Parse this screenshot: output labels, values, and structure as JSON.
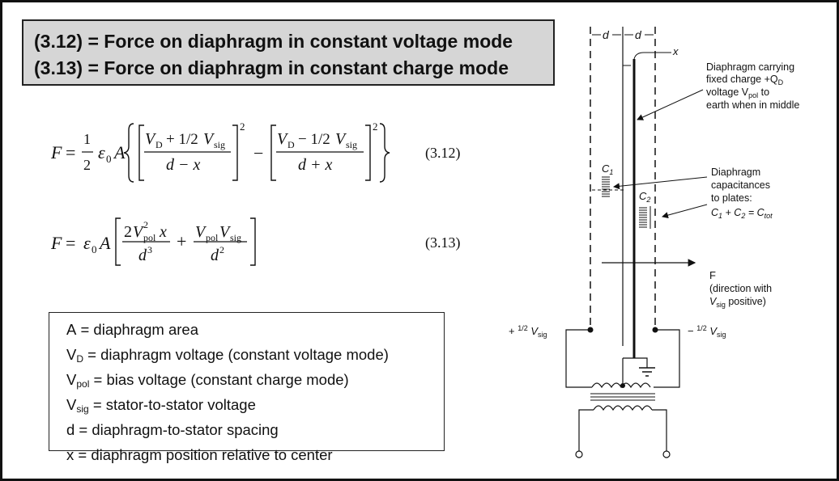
{
  "title": {
    "line1": "(3.12) = Force on diaphragm in constant voltage mode",
    "line2": "(3.13) = Force on diaphragm in constant charge mode"
  },
  "equations": {
    "eq312_number": "(3.12)",
    "eq313_number": "(3.13)",
    "F": "F",
    "eq": "=",
    "half_num": "1",
    "half_den": "2",
    "eps": "ε",
    "eps_sub": "0",
    "A": "A",
    "VD": "V",
    "VD_sub": "D",
    "plus_half": "+ 1/2",
    "minus_half": "− 1/2",
    "Vsig": "V",
    "sig_sub": "sig",
    "d_minus_x": "d − x",
    "d_plus_x": "d + x",
    "sq": "2",
    "minus": "−",
    "plus": "+",
    "two": "2",
    "pol_sub": "pol",
    "x": "x",
    "d": "d",
    "cube": "3"
  },
  "definitions": [
    {
      "sym": "A",
      "sub": "",
      "text": " = diaphragm area"
    },
    {
      "sym": "V",
      "sub": "D",
      "text": " = diaphragm voltage  (constant voltage mode)"
    },
    {
      "sym": "V",
      "sub": "pol",
      "text": " = bias voltage (constant charge mode)"
    },
    {
      "sym": "V",
      "sub": "sig",
      "text": " = stator-to-stator voltage"
    },
    {
      "sym": "d",
      "sub": "",
      "text": " = diaphragm-to-stator spacing"
    },
    {
      "sym": "x",
      "sub": "",
      "text": " = diaphragm position relative to center"
    }
  ],
  "diagram": {
    "d_left": "d",
    "d_right": "d",
    "x_label": "x",
    "diaphragm_note_1": "Diaphragm carrying",
    "diaphragm_note_2": "fixed charge +Q",
    "diaphragm_note_2_sub": "D",
    "diaphragm_note_3": "voltage V",
    "diaphragm_note_3_sub": "pol",
    "diaphragm_note_3_end": " to",
    "diaphragm_note_4": "earth when in middle",
    "c1": "C",
    "c1_sub": "1",
    "c2": "C",
    "c2_sub": "2",
    "cap_note_1": "Diaphragm",
    "cap_note_2": "capacitances",
    "cap_note_3": "to plates:",
    "cap_note_4a": "C",
    "cap_note_4a_sub": "1",
    "cap_note_4b": " + C",
    "cap_note_4b_sub": "2",
    "cap_note_4c": " = C",
    "cap_note_4c_sub": "tot",
    "force_label": "F",
    "force_note_1": "(direction with",
    "force_note_2a": "V",
    "force_note_2_sub": "sig",
    "force_note_2b": " positive)",
    "left_sig_a": "+ ",
    "left_sig_frac": "1/2",
    "left_sig_b": " V",
    "left_sig_sub": "sig",
    "right_sig_a": "− ",
    "right_sig_frac": "1/2",
    "right_sig_b": " V",
    "right_sig_sub": "sig"
  }
}
